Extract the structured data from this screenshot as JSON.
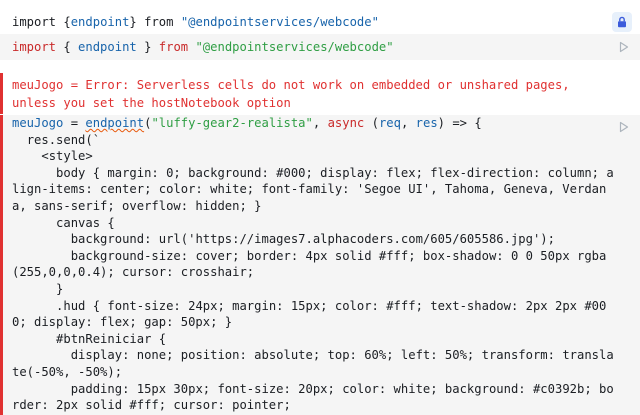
{
  "cell1": {
    "rendered": {
      "import_kw": "import",
      "brace_open": " {",
      "name": "endpoint",
      "brace_close": "} ",
      "from_kw": "from",
      "space": " ",
      "module": "\"@endpointservices/webcode\""
    },
    "source": {
      "import_kw": "import",
      "brace_open": " { ",
      "name": "endpoint",
      "brace_close": " } ",
      "from_kw": "from",
      "space": " ",
      "module": "\"@endpointservices/webcode\""
    }
  },
  "cell2": {
    "error_text": "meuJogo = Error: Serverless cells do not work on embedded or unshared pages, unless you set the hostNotebook option",
    "code": {
      "line1": {
        "var": "meuJogo",
        "eq": " = ",
        "fn": "endpoint",
        "open": "(",
        "str": "\"luffy-gear2-realista\"",
        "comma": ", ",
        "async": "async",
        "params_open": " (",
        "req": "req",
        "sep": ", ",
        "res": "res",
        "arrow": ") => {"
      },
      "lines": [
        "  res.send(`",
        "    <style>",
        "      body { margin: 0; background: #000; display: flex; flex-direction: column; align-items: center; color: white; font-family: 'Segoe UI', Tahoma, Geneva, Verdana, sans-serif; overflow: hidden; }",
        "      canvas {",
        "        background: url('https://images7.alphacoders.com/605/605586.jpg');",
        "        background-size: cover; border: 4px solid #fff; box-shadow: 0 0 50px rgba(255,0,0,0.4); cursor: crosshair;",
        "      }",
        "      .hud { font-size: 24px; margin: 15px; color: #fff; text-shadow: 2px 2px #000; display: flex; gap: 50px; }",
        "      #btnReiniciar {",
        "        display: none; position: absolute; top: 60%; left: 50%; transform: translate(-50%, -50%);",
        "        padding: 15px 30px; font-size: 20px; color: white; background: #c0392b; border: 2px solid #fff; cursor: pointer;"
      ]
    }
  },
  "colors": {
    "keyword": "#c92a2a",
    "function": "#1864ab",
    "string": "#2f9e44",
    "error": "#e03131",
    "cell_background": "#f5f5f5"
  },
  "icons": {
    "lock": "lock-icon",
    "run": "play-triangle-icon"
  }
}
